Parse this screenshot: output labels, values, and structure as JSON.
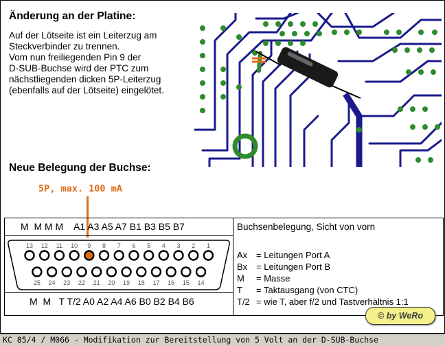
{
  "heading_change": "Änderung an der Platine:",
  "description_lines": [
    "Auf der Lötseite ist ein Leiterzug am",
    "Steckverbinder zu trennen.",
    "Vom nun freiliegenden Pin 9 der",
    "D-SUB-Buchse wird der PTC zum",
    "nächstliegenden dicken 5P-Leiterzug",
    "(ebenfalls auf der Lötseite) eingelötet."
  ],
  "heading_assignment": "Neue Belegung der Buchse:",
  "annotation": "5P, max. 100 mA",
  "top_row_labels": "M  M M M    A1 A3 A5 A7 B1 B3 B5 B7",
  "bottom_row_labels": "M  M   T T/2 A0 A2 A4 A6 B0 B2 B4 B6",
  "top_pin_numbers": [
    "13",
    "12",
    "11",
    "10",
    "9",
    "8",
    "7",
    "6",
    "5",
    "4",
    "3",
    "2",
    "1"
  ],
  "bottom_pin_numbers": [
    "25",
    "24",
    "23",
    "22",
    "21",
    "20",
    "19",
    "18",
    "17",
    "16",
    "15",
    "14"
  ],
  "highlight_pin": "9",
  "legend_title": "Buchsenbelegung, Sicht von vorn",
  "legend": [
    {
      "key": "Ax",
      "sep": "=",
      "text": "Leitungen Port A"
    },
    {
      "key": "Bx",
      "sep": "=",
      "text": "Leitungen Port B"
    },
    {
      "key": "M",
      "sep": "=",
      "text": "Masse"
    },
    {
      "key": "T",
      "sep": "=",
      "text": "Taktausgang (von CTC)"
    },
    {
      "key": "T/2",
      "sep": "=",
      "text": "wie T, aber f/2 und Tastverhältnis 1:1"
    }
  ],
  "signature": "© by WeRo",
  "status_text": "KC 85/4 / M066 - Modifikation zur Bereitstellung von 5 Volt an der D-SUB-Buchse",
  "colors": {
    "highlight": "#e06e16",
    "trace": "#1a1a8c",
    "pad": "#2e8b2e",
    "signature_bg": "#f4f08c"
  }
}
